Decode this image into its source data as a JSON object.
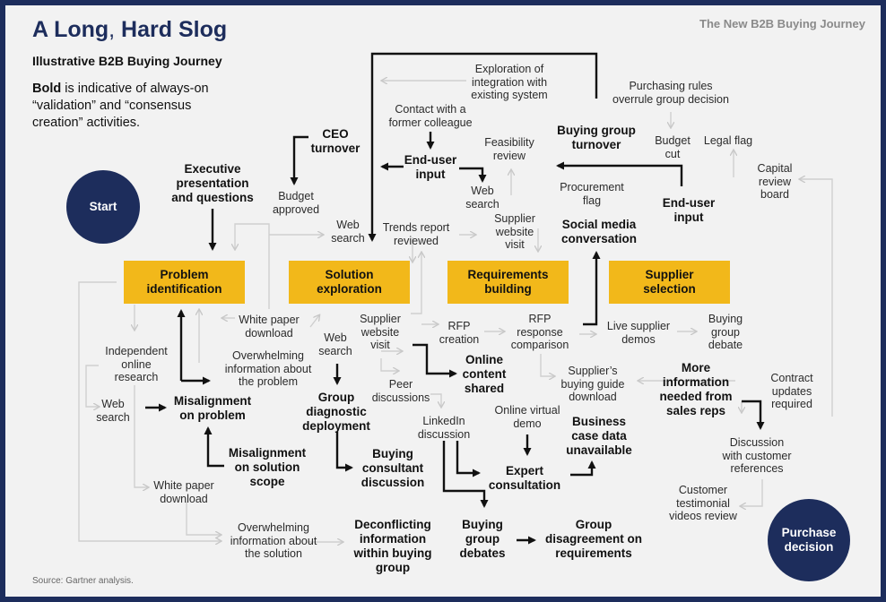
{
  "header": {
    "title_a": "A Long",
    "title_sep": ",",
    "title_b": " Hard Slog",
    "subtitle": "Illustrative B2B Buying Journey",
    "legend_bold": "Bold",
    "legend_rest_1": " is indicative of always-on",
    "legend_rest_2": "“validation” and “consensus",
    "legend_rest_3": "creation” activities.",
    "brand_tag": "The New B2B Buying Journey",
    "source": "Source: Gartner analysis."
  },
  "circles": {
    "start": "Start",
    "end_1": "Purchase",
    "end_2": "decision"
  },
  "stages": [
    {
      "l1": "Problem",
      "l2": "identification"
    },
    {
      "l1": "Solution",
      "l2": "exploration"
    },
    {
      "l1": "Requirements",
      "l2": "building"
    },
    {
      "l1": "Supplier",
      "l2": "selection"
    }
  ],
  "nodes": [
    {
      "lines": [
        "Executive",
        "presentation",
        "and questions"
      ],
      "bold": true
    },
    {
      "lines": [
        "CEO",
        "turnover"
      ],
      "bold": true
    },
    {
      "lines": [
        "Budget",
        "approved"
      ],
      "bold": false
    },
    {
      "lines": [
        "Web",
        "search"
      ],
      "bold": false
    },
    {
      "lines": [
        "Exploration of",
        "integration with",
        "existing system"
      ],
      "bold": false
    },
    {
      "lines": [
        "Contact with a",
        "former colleague"
      ],
      "bold": false
    },
    {
      "lines": [
        "End-user",
        "input"
      ],
      "bold": true
    },
    {
      "lines": [
        "Feasibility",
        "review"
      ],
      "bold": false
    },
    {
      "lines": [
        "Web",
        "search"
      ],
      "bold": false
    },
    {
      "lines": [
        "Trends report",
        "reviewed"
      ],
      "bold": false
    },
    {
      "lines": [
        "Supplier",
        "website",
        "visit"
      ],
      "bold": false
    },
    {
      "lines": [
        "Buying group",
        "turnover"
      ],
      "bold": true
    },
    {
      "lines": [
        "Purchasing rules",
        "overrule group decision"
      ],
      "bold": false
    },
    {
      "lines": [
        "Budget",
        "cut"
      ],
      "bold": false
    },
    {
      "lines": [
        "Legal flag"
      ],
      "bold": false
    },
    {
      "lines": [
        "Capital",
        "review",
        "board"
      ],
      "bold": false
    },
    {
      "lines": [
        "Procurement",
        "flag"
      ],
      "bold": false
    },
    {
      "lines": [
        "End-user",
        "input"
      ],
      "bold": true
    },
    {
      "lines": [
        "Social media",
        "conversation"
      ],
      "bold": true
    },
    {
      "lines": [
        "White paper",
        "download"
      ],
      "bold": false
    },
    {
      "lines": [
        "Supplier",
        "website",
        "visit"
      ],
      "bold": false
    },
    {
      "lines": [
        "RFP",
        "creation"
      ],
      "bold": false
    },
    {
      "lines": [
        "RFP",
        "response",
        "comparison"
      ],
      "bold": false
    },
    {
      "lines": [
        "Live supplier",
        "demos"
      ],
      "bold": false
    },
    {
      "lines": [
        "Buying",
        "group",
        "debate"
      ],
      "bold": false
    },
    {
      "lines": [
        "Independent",
        "online",
        "research"
      ],
      "bold": false
    },
    {
      "lines": [
        "Overwhelming",
        "information about",
        "the problem"
      ],
      "bold": false
    },
    {
      "lines": [
        "Web",
        "search"
      ],
      "bold": false
    },
    {
      "lines": [
        "Online",
        "content",
        "shared"
      ],
      "bold": true
    },
    {
      "lines": [
        "Peer",
        "discussions"
      ],
      "bold": false
    },
    {
      "lines": [
        "Supplier’s",
        "buying guide",
        "download"
      ],
      "bold": false
    },
    {
      "lines": [
        "More",
        "information",
        "needed from",
        "sales reps"
      ],
      "bold": true
    },
    {
      "lines": [
        "Contract",
        "updates",
        "required"
      ],
      "bold": false
    },
    {
      "lines": [
        "Web",
        "search"
      ],
      "bold": false
    },
    {
      "lines": [
        "Misalignment",
        "on problem"
      ],
      "bold": true
    },
    {
      "lines": [
        "Group",
        "diagnostic",
        "deployment"
      ],
      "bold": true
    },
    {
      "lines": [
        "LinkedIn",
        "discussion"
      ],
      "bold": false
    },
    {
      "lines": [
        "Online virtual",
        "demo"
      ],
      "bold": false
    },
    {
      "lines": [
        "Business",
        "case data",
        "unavailable"
      ],
      "bold": true
    },
    {
      "lines": [
        "Discussion",
        "with customer",
        "references"
      ],
      "bold": false
    },
    {
      "lines": [
        "Misalignment",
        "on solution",
        "scope"
      ],
      "bold": true
    },
    {
      "lines": [
        "Buying",
        "consultant",
        "discussion"
      ],
      "bold": true
    },
    {
      "lines": [
        "Expert",
        "consultation"
      ],
      "bold": true
    },
    {
      "lines": [
        "White paper",
        "download"
      ],
      "bold": false
    },
    {
      "lines": [
        "Customer",
        "testimonial",
        "videos review"
      ],
      "bold": false
    },
    {
      "lines": [
        "Overwhelming",
        "information about",
        "the solution"
      ],
      "bold": false
    },
    {
      "lines": [
        "Deconflicting",
        "information",
        "within buying",
        "group"
      ],
      "bold": true
    },
    {
      "lines": [
        "Buying",
        "group",
        "debates"
      ],
      "bold": true
    },
    {
      "lines": [
        "Group",
        "disagreement on",
        "requirements"
      ],
      "bold": true
    }
  ]
}
